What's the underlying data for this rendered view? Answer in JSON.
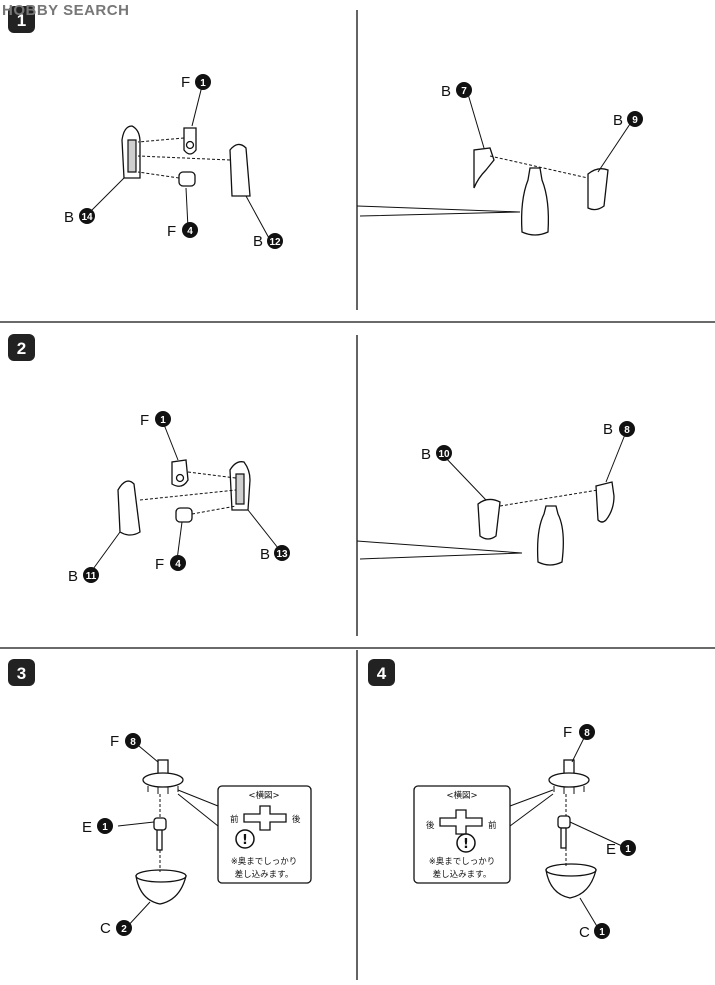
{
  "watermark": "HOBBY SEARCH",
  "steps": [
    "1",
    "2",
    "3",
    "4"
  ],
  "step1": {
    "left": {
      "f1": [
        "F",
        "1"
      ],
      "f4": [
        "F",
        "4"
      ],
      "b14": [
        "B",
        "14"
      ],
      "b12": [
        "B",
        "12"
      ]
    },
    "right": {
      "b7": [
        "B",
        "7"
      ],
      "b9": [
        "B",
        "9"
      ]
    }
  },
  "step2": {
    "left": {
      "f1": [
        "F",
        "1"
      ],
      "f4": [
        "F",
        "4"
      ],
      "b11": [
        "B",
        "11"
      ],
      "b13": [
        "B",
        "13"
      ]
    },
    "right": {
      "b10": [
        "B",
        "10"
      ],
      "b8": [
        "B",
        "8"
      ]
    }
  },
  "step3": {
    "f8": [
      "F",
      "8"
    ],
    "e1": [
      "E",
      "1"
    ],
    "c2": [
      "C",
      "2"
    ],
    "note": {
      "title": "<横図>",
      "front": "前",
      "back": "後",
      "line1": "※奥までしっかり",
      "line2": "差し込みます。"
    }
  },
  "step4": {
    "f8": [
      "F",
      "8"
    ],
    "e1": [
      "E",
      "1"
    ],
    "c1": [
      "C",
      "1"
    ],
    "note": {
      "title": "<横図>",
      "front": "前",
      "back": "後",
      "line1": "※奥までしっかり",
      "line2": "差し込みます。"
    }
  }
}
